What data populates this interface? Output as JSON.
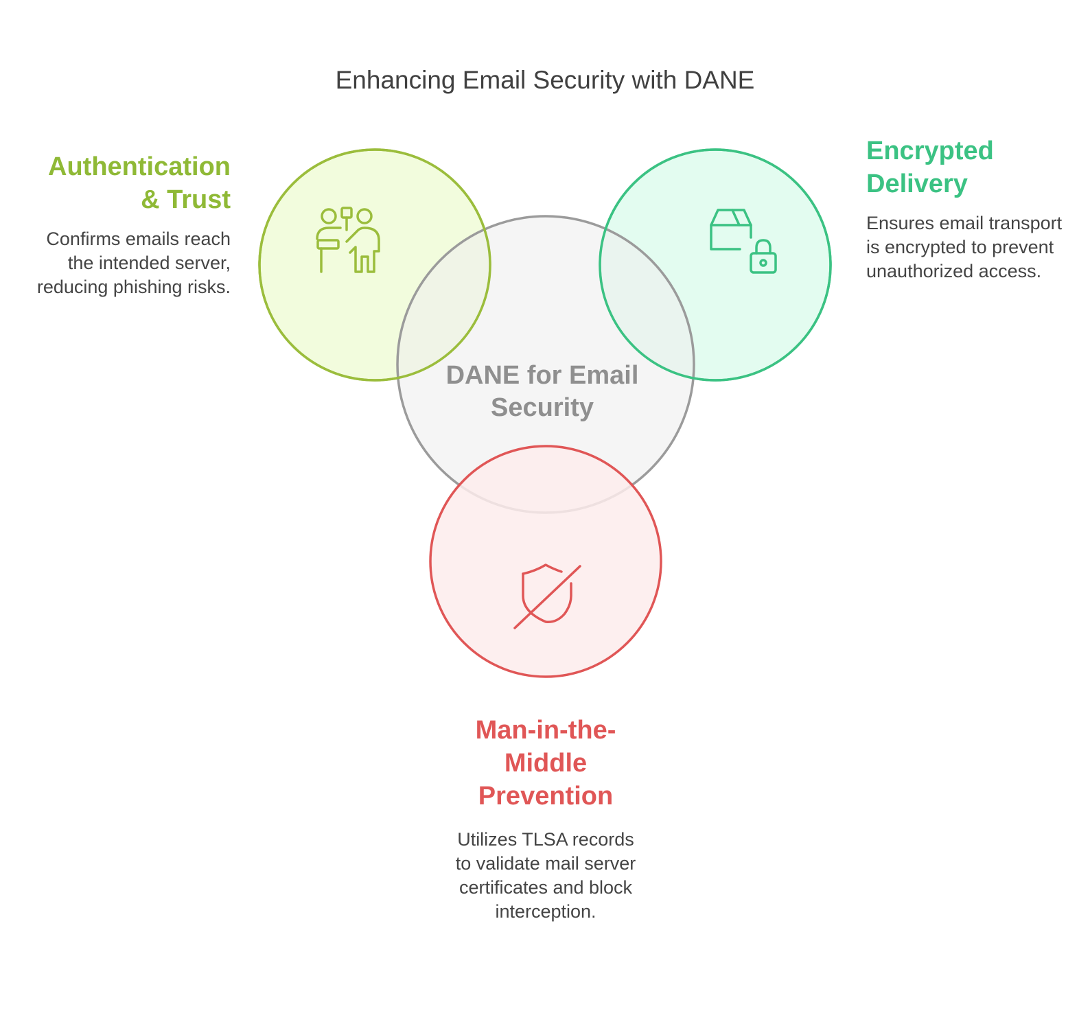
{
  "title": "Enhancing Email Security with DANE",
  "center": {
    "label": "DANE for Email Security",
    "color": "#9b9b9b",
    "fill": "#f4f4f4"
  },
  "sections": {
    "authentication": {
      "heading": "Authentication & Trust",
      "description": "Confirms emails reach the intended server, reducing phishing risks.",
      "color": "#8fb936",
      "fill": "#f1fcdb",
      "icon": "people-presentation-icon"
    },
    "encrypted": {
      "heading": "Encrypted Delivery",
      "description": "Ensures email transport is encrypted to prevent unauthorized access.",
      "color": "#3bc283",
      "fill": "#e2fcef",
      "icon": "box-lock-icon"
    },
    "mitm": {
      "heading": "Man-in-the-Middle Prevention",
      "description": "Utilizes TLSA records to validate mail server certificates and block interception.",
      "color": "#e05656",
      "fill": "#fdecec",
      "icon": "shield-off-icon"
    }
  }
}
